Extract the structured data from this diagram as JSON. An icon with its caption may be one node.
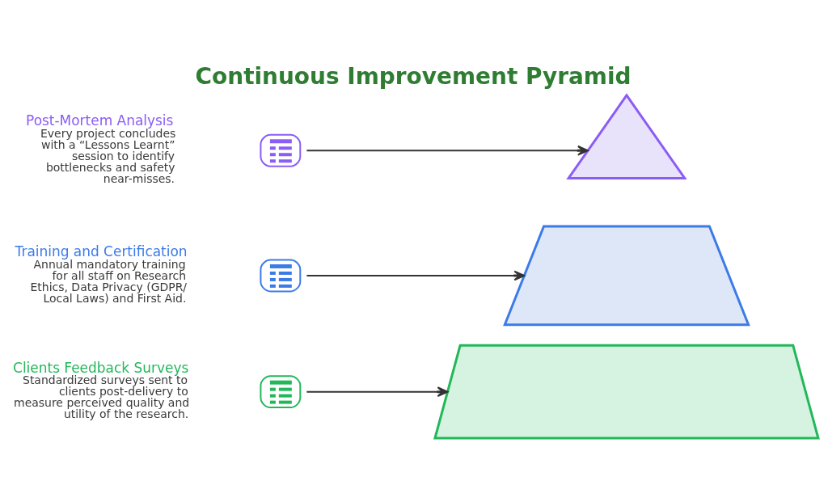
{
  "diagram": {
    "title": "Continuous Improvement Pyramid",
    "nodes": [
      {
        "text": [
          "Post-Mortem Analysis",
          "Every project concludes with a “Lessons Learnt” session to identify bottlenecks and safety near-misses."
        ]
      },
      {
        "text": [],
        "shape": "picture"
      },
      {
        "text": [],
        "shape": "triangle"
      },
      {
        "text": [
          "Training and Certification",
          "Annual mandatory training for all staff on Research Ethics, Data Privacy (GDPR/ Local Laws) and First Aid."
        ]
      },
      {
        "text": [],
        "shape": "picture"
      },
      {
        "text": [],
        "shape": "trapezoid"
      },
      {
        "text": [
          "Clients Feedback Surveys",
          "Standardized surveys sent to clients post-delivery to measure perceived quality and utility of the research."
        ]
      },
      {
        "text": [],
        "shape": "picture"
      },
      {
        "text": [],
        "shape": "trapezoid"
      }
    ],
    "edges": [
      {
        "from": 1,
        "to": 2,
        "arrow": "to"
      },
      {
        "from": 4,
        "to": 5,
        "arrow": "to"
      },
      {
        "from": 7,
        "to": 8,
        "arrow": "to"
      }
    ]
  }
}
